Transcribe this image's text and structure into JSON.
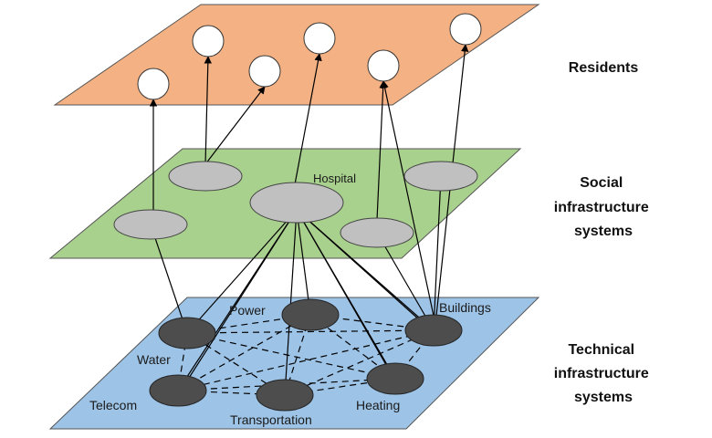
{
  "layers": {
    "residents": {
      "label": "Residents",
      "color": "#f4b183"
    },
    "social": {
      "label_lines": [
        "Social",
        "infrastructure",
        "systems"
      ],
      "color": "#a9d18e"
    },
    "technical": {
      "label_lines": [
        "Technical",
        "infrastructure",
        "systems"
      ],
      "color": "#9dc3e6"
    }
  },
  "social_nodes": {
    "hospital": "Hospital"
  },
  "technical_nodes": {
    "power": "Power",
    "buildings": "Buildings",
    "water": "Water",
    "telecom": "Telecom",
    "transportation": "Transportation",
    "heating": "Heating"
  },
  "colors": {
    "resident_node": "#ffffff",
    "social_node": "#c0c0c0",
    "technical_node": "#4d4d4d",
    "edge": "#000000"
  }
}
